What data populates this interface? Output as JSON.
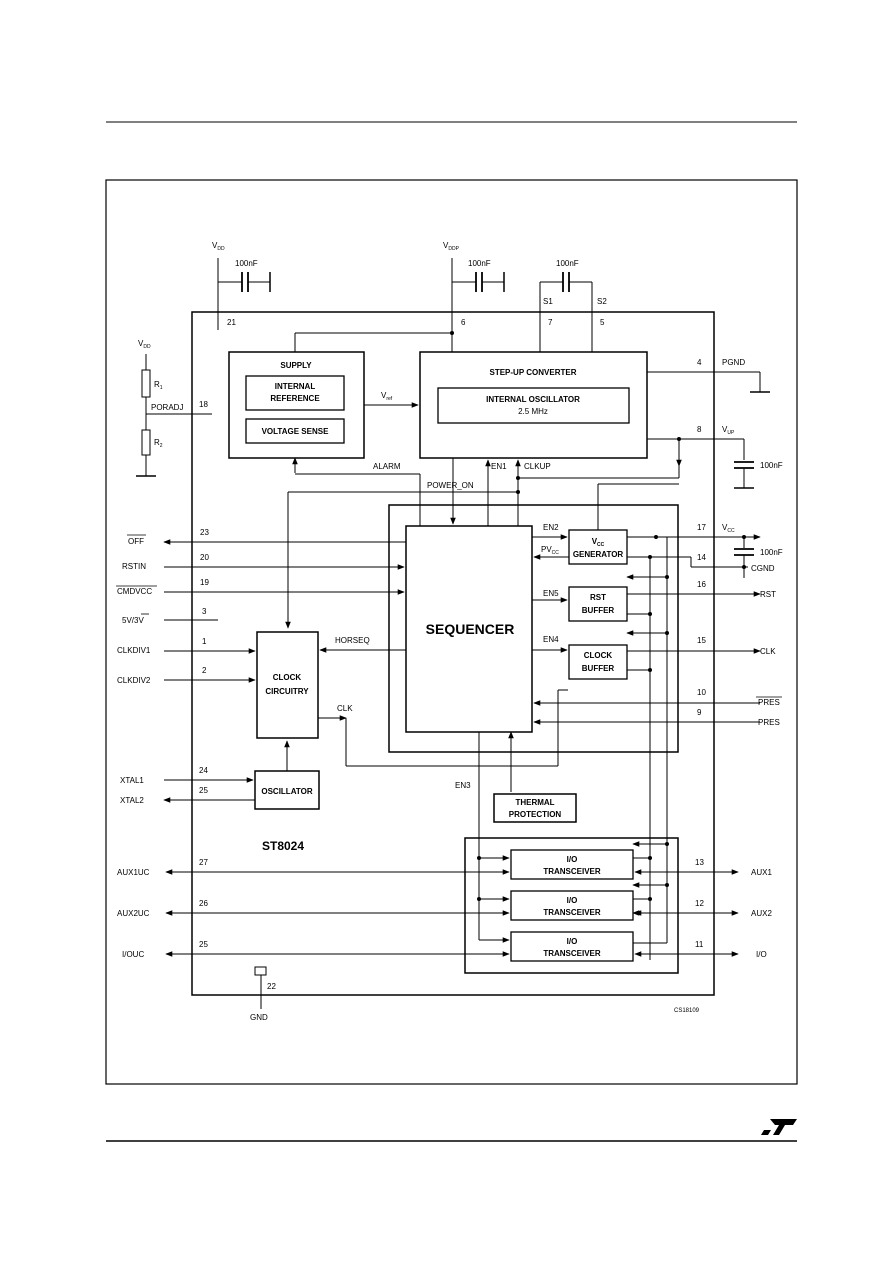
{
  "blocks": {
    "supply": "SUPPLY",
    "internal_reference_1": "INTERNAL",
    "internal_reference_2": "REFERENCE",
    "voltage_sense": "VOLTAGE SENSE",
    "stepup": "STEP-UP CONVERTER",
    "internal_osc_1": "INTERNAL OSCILLATOR",
    "internal_osc_2": "2.5 MHz",
    "sequencer": "SEQUENCER",
    "vcc_gen_1": "V",
    "vcc_gen_sub": "CC",
    "vcc_gen_2": "GENERATOR",
    "rst_buffer_1": "RST",
    "rst_buffer_2": "BUFFER",
    "clock_buffer_1": "CLOCK",
    "clock_buffer_2": "BUFFER",
    "clock_circuitry_1": "CLOCK",
    "clock_circuitry_2": "CIRCUITRY",
    "oscillator": "OSCILLATOR",
    "thermal_1": "THERMAL",
    "thermal_2": "PROTECTION",
    "io_1": "I/O",
    "io_2": "TRANSCEIVER",
    "chip_name": "ST8024"
  },
  "top": {
    "vdd": "V",
    "vdd_sub": "DD",
    "vddp": "V",
    "vddp_sub": "DDP",
    "cap1": "100nF",
    "cap2": "100nF",
    "cap3": "100nF",
    "s1": "S1",
    "s2": "S2",
    "pin21": "21",
    "pin6": "6",
    "pin7": "7",
    "pin5": "5"
  },
  "left": {
    "vdd": "V",
    "vdd_sub": "DD",
    "r1": "R",
    "r1_sub": "1",
    "r2": "R",
    "r2_sub": "2",
    "poradj": "PORADJ",
    "pin18": "18",
    "off": "OFF",
    "pin23": "23",
    "rstin": "RSTIN",
    "pin20": "20",
    "cmdvcc": "CMDVCC",
    "pin19": "19",
    "v5v3": "5V/3V",
    "pin3": "3",
    "clkdiv1": "CLKDIV1",
    "pin1": "1",
    "clkdiv2": "CLKDIV2",
    "pin2": "2",
    "xtal1": "XTAL1",
    "pin24": "24",
    "xtal2": "XTAL2",
    "pin25a": "25",
    "aux1uc": "AUX1UC",
    "pin27": "27",
    "aux2uc": "AUX2UC",
    "pin26": "26",
    "iouc": "I/OUC",
    "pin25b": "25"
  },
  "right": {
    "pin4": "4",
    "pgnd": "PGND",
    "pin8": "8",
    "vup": "V",
    "vup_sub": "UP",
    "cap4": "100nF",
    "pin17": "17",
    "vcc": "V",
    "vcc_sub": "CC",
    "cap5": "100nF",
    "pin14": "14",
    "cgnd": "CGND",
    "pin16": "16",
    "rst": "RST",
    "pin15": "15",
    "clk": "CLK",
    "pin10": "10",
    "pres1": "PRES",
    "pin9": "9",
    "pres2": "PRES",
    "pin13": "13",
    "aux1": "AUX1",
    "pin12": "12",
    "aux2": "AUX2",
    "pin11": "11",
    "io": "I/O"
  },
  "signals": {
    "vref": "V",
    "vref_sub": "ref",
    "alarm": "ALARM",
    "power_on": "POWER_ON",
    "en1": "EN1",
    "clkup": "CLKUP",
    "en2": "EN2",
    "pvcc": "PV",
    "pvcc_sub": "CC",
    "en5": "EN5",
    "en4": "EN4",
    "horseq": "HORSEQ",
    "clk": "CLK",
    "en3": "EN3"
  },
  "bottom": {
    "pin22": "22",
    "gnd": "GND",
    "figure_code": "CS18109"
  },
  "logo": "ST"
}
